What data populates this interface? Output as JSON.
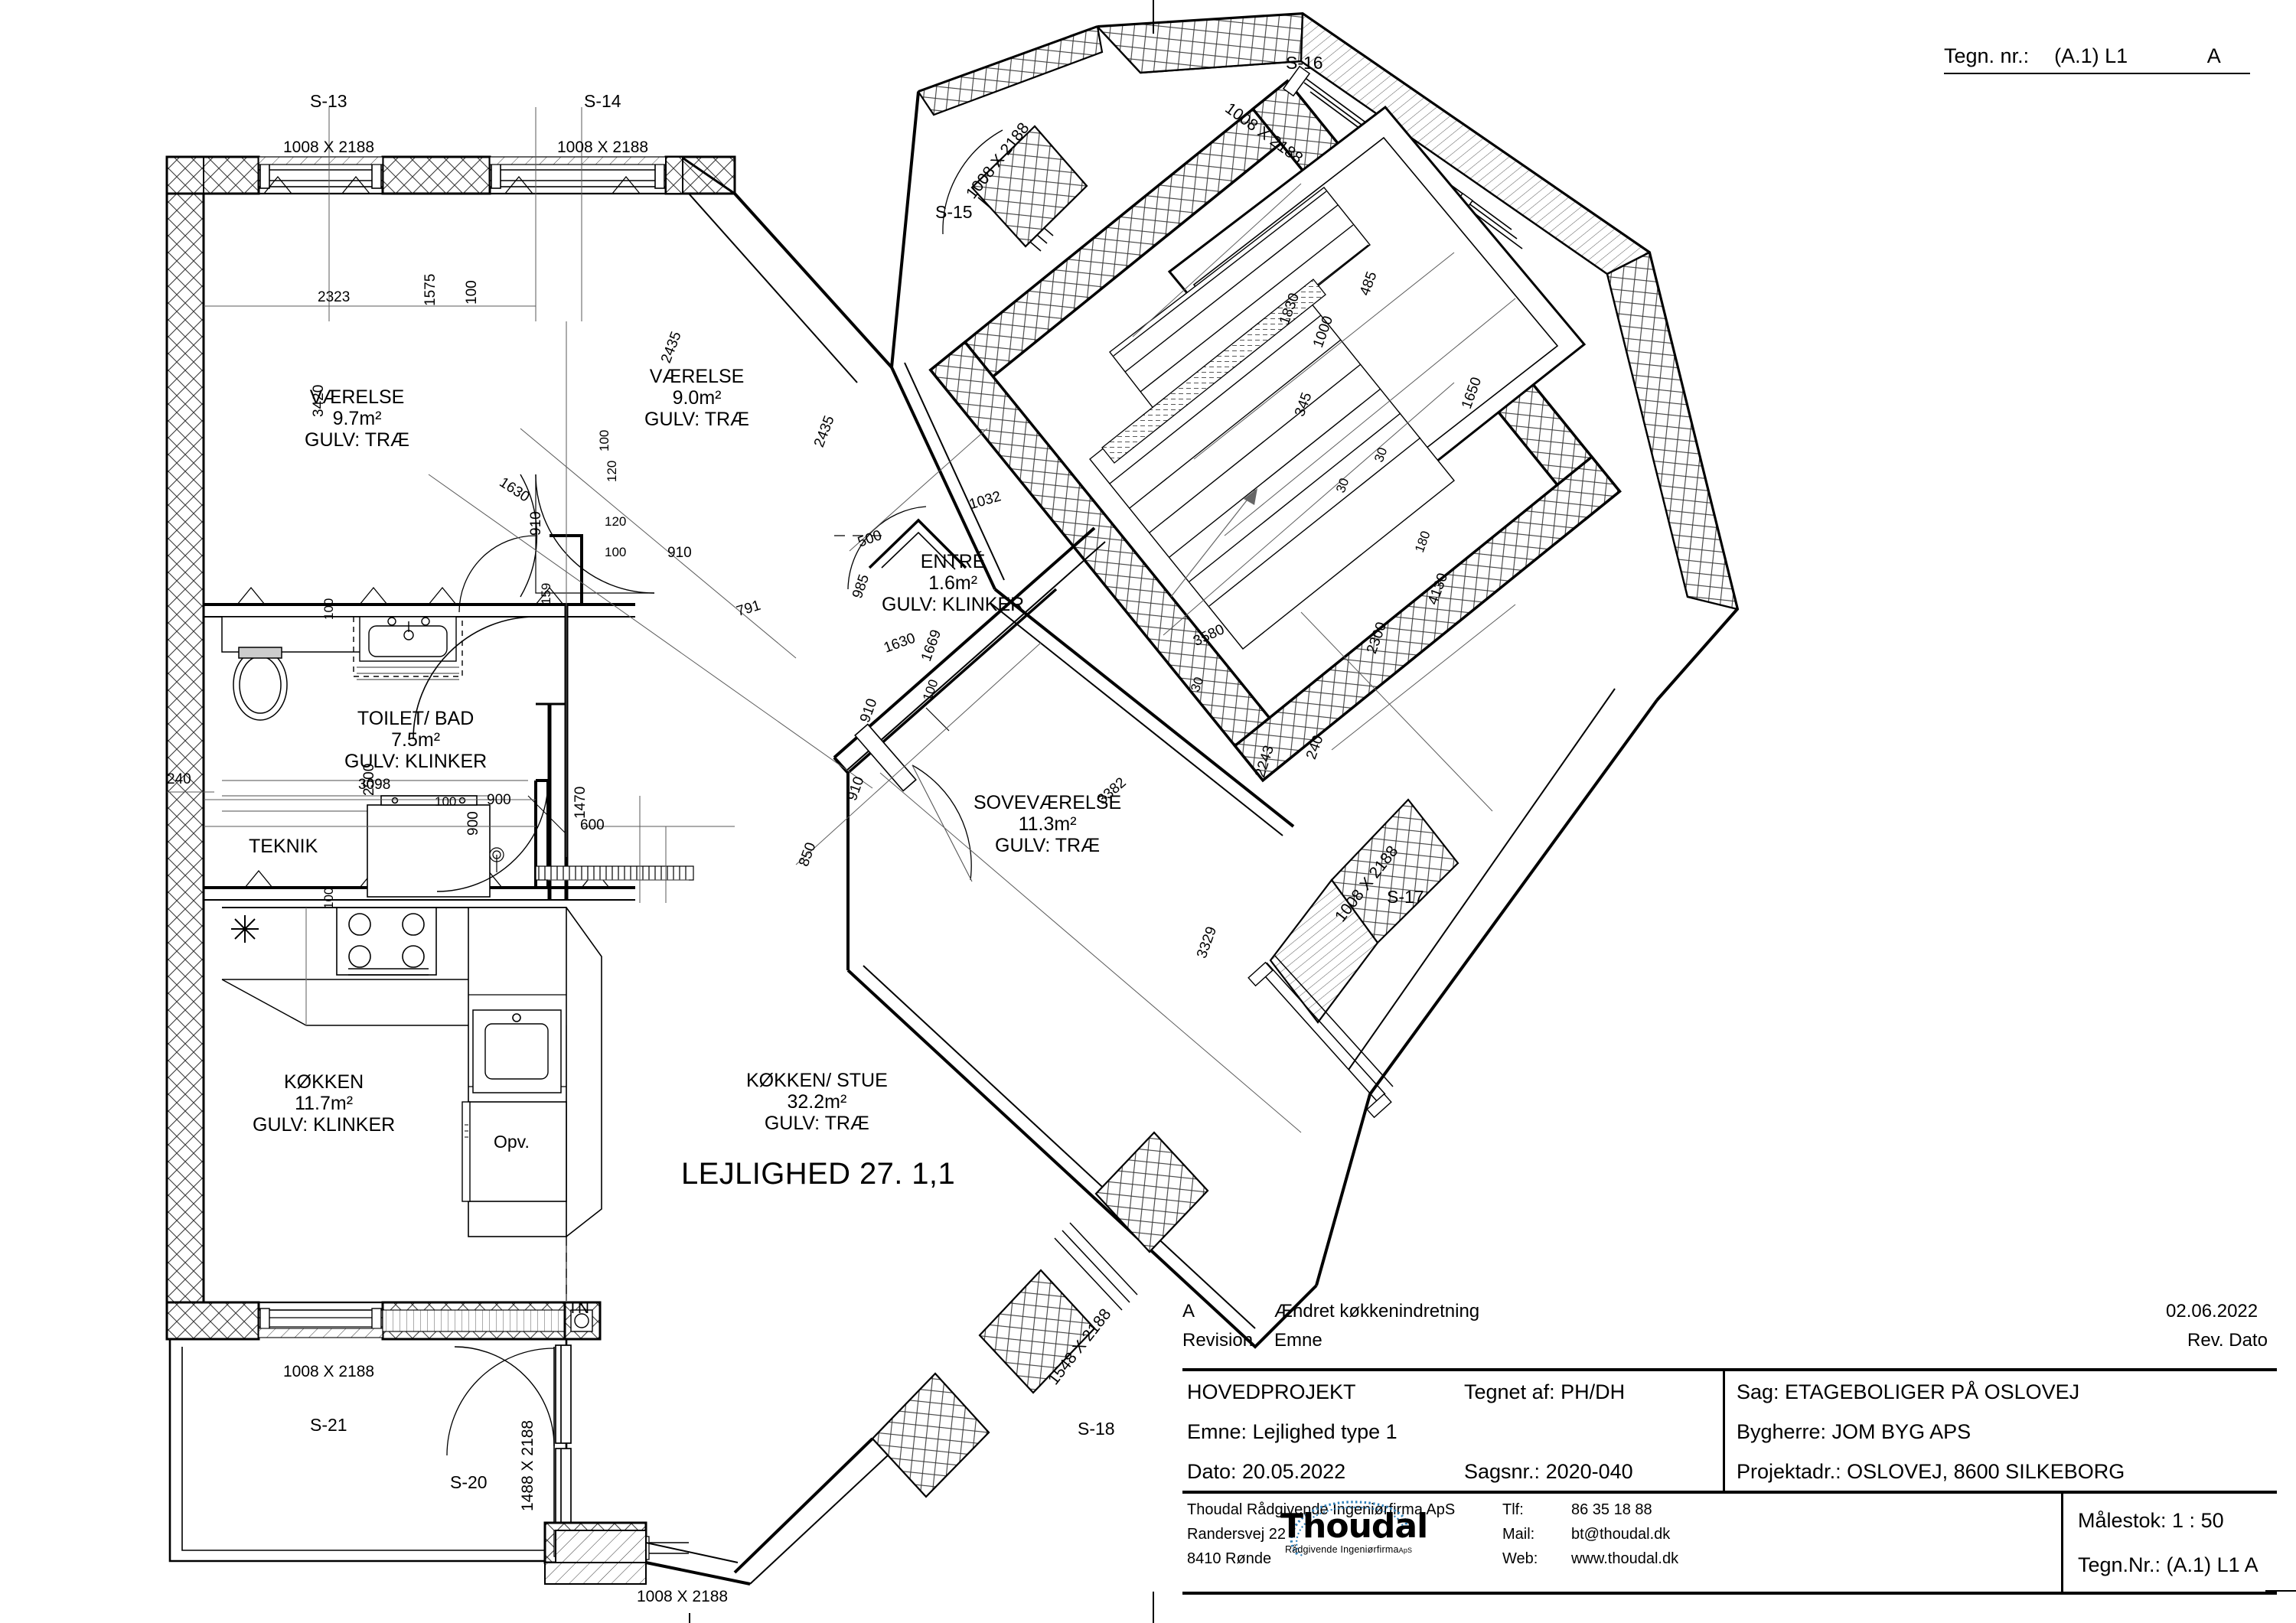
{
  "sheet": {
    "drawing_no_label": "Tegn. nr.:",
    "drawing_no": "(A.1) L1",
    "drawing_rev": "A"
  },
  "apartment": {
    "label": "LEJLIGHED 27. 1,1"
  },
  "rooms": [
    {
      "name": "VÆRELSE",
      "area": "9.7m²",
      "floor": "GULV: TRÆ"
    },
    {
      "name": "VÆRELSE",
      "area": "9.0m²",
      "floor": "GULV: TRÆ"
    },
    {
      "name": "TOILET/ BAD",
      "area": "7.5m²",
      "floor": "GULV: KLINKER"
    },
    {
      "name": "ENTRÉ",
      "area": "1.6m²",
      "floor": "GULV: KLINKER"
    },
    {
      "name": "SOVEVÆRELSE",
      "area": "11.3m²",
      "floor": "GULV: TRÆ"
    },
    {
      "name": "KØKKEN",
      "area": "11.7m²",
      "floor": "GULV: KLINKER"
    },
    {
      "name": "KØKKEN/ STUE",
      "area": "32.2m²",
      "floor": "GULV: TRÆ"
    },
    {
      "name": "TEKNIK",
      "area": "",
      "floor": ""
    }
  ],
  "fixtures": [
    {
      "label": "Opv."
    },
    {
      "label": "TN"
    }
  ],
  "windows": [
    {
      "tag": "S-13",
      "size": "1008 X 2188"
    },
    {
      "tag": "S-14",
      "size": "1008 X 2188"
    },
    {
      "tag": "S-15",
      "size": "1008 X 2188"
    },
    {
      "tag": "S-16",
      "size": "1008 X 2188"
    },
    {
      "tag": "S-17",
      "size": "1008 X 2188"
    },
    {
      "tag": "S-18",
      "size": "1548 X 2188"
    },
    {
      "tag": "S-20",
      "size": "1488 X 2188"
    },
    {
      "tag": "S-21",
      "size": "1008 X 2188"
    }
  ],
  "dimensions": {
    "d2323": "2323",
    "d1575": "1575",
    "d100a": "100",
    "d3420": "3420",
    "d1630a": "1630",
    "d910a": "910",
    "d120a": "120",
    "d120b": "120",
    "d100b": "100",
    "d100c": "100",
    "d910b": "910",
    "d159": "159",
    "d2435a": "2435",
    "d2435b": "2435",
    "d791": "791",
    "d500": "500",
    "d985": "985",
    "d1032": "1032",
    "d1630b": "1630",
    "d1669": "1669",
    "d100d": "100",
    "d910c": "910",
    "d910d": "910",
    "d850": "850",
    "d3382": "3382",
    "d2243": "2243",
    "d3329": "3329",
    "d240a": "240",
    "d240b": "240",
    "d2500": "2500",
    "d3098": "3098",
    "d100e": "100",
    "d900a": "900",
    "d900b": "900",
    "d1470": "1470",
    "d600": "600",
    "d100f": "100",
    "d1830": "1830",
    "d485": "485",
    "d1000": "1000",
    "d345": "345",
    "d1650": "1650",
    "d30a": "30",
    "d30b": "30",
    "d30c": "30",
    "d180": "180",
    "d4130": "4130",
    "d2300": "2300",
    "d3580": "3580"
  },
  "titleblock": {
    "revision_code": "A",
    "revision_subject": "Ændret køkkenindretning",
    "revision_date": "02.06.2022",
    "revision_label": "Revision",
    "subject_label": "Emne",
    "revdate_label": "Rev. Dato",
    "project_phase": "HOVEDPROJEKT",
    "drawn_by": "Tegnet af: PH/DH",
    "subject": "Emne: Lejlighed type 1",
    "date": "Dato: 20.05.2022",
    "case_no": "Sagsnr.: 2020-040",
    "case": "Sag: ETAGEBOLIGER PÅ OSLOVEJ",
    "client": "Bygherre: JOM BYG APS",
    "project_address": "Projektadr.: OSLOVEJ, 8600 SILKEBORG",
    "firm_name": "Thoudal Rådgivende Ingeniørfirma ApS",
    "firm_street": "Randersvej 22",
    "firm_city": "8410 Rønde",
    "phone_label": "Tlf:",
    "phone": "86 35 18 88",
    "mail_label": "Mail:",
    "mail": "bt@thoudal.dk",
    "web_label": "Web:",
    "web": "www.thoudal.dk",
    "logo_word": "Thoudal",
    "logo_sub": "Rådgivende Ingeniørfirma",
    "logo_sub_aps": "ApS",
    "scale": "Målestok:  1 : 50",
    "drawing_no": "Tegn.Nr.: (A.1) L1  A"
  },
  "colors": {
    "ink": "#000000",
    "thin": "#555555",
    "hatch": "#333333",
    "logo_swoosh": "#2f7fb8",
    "paper": "#ffffff"
  }
}
